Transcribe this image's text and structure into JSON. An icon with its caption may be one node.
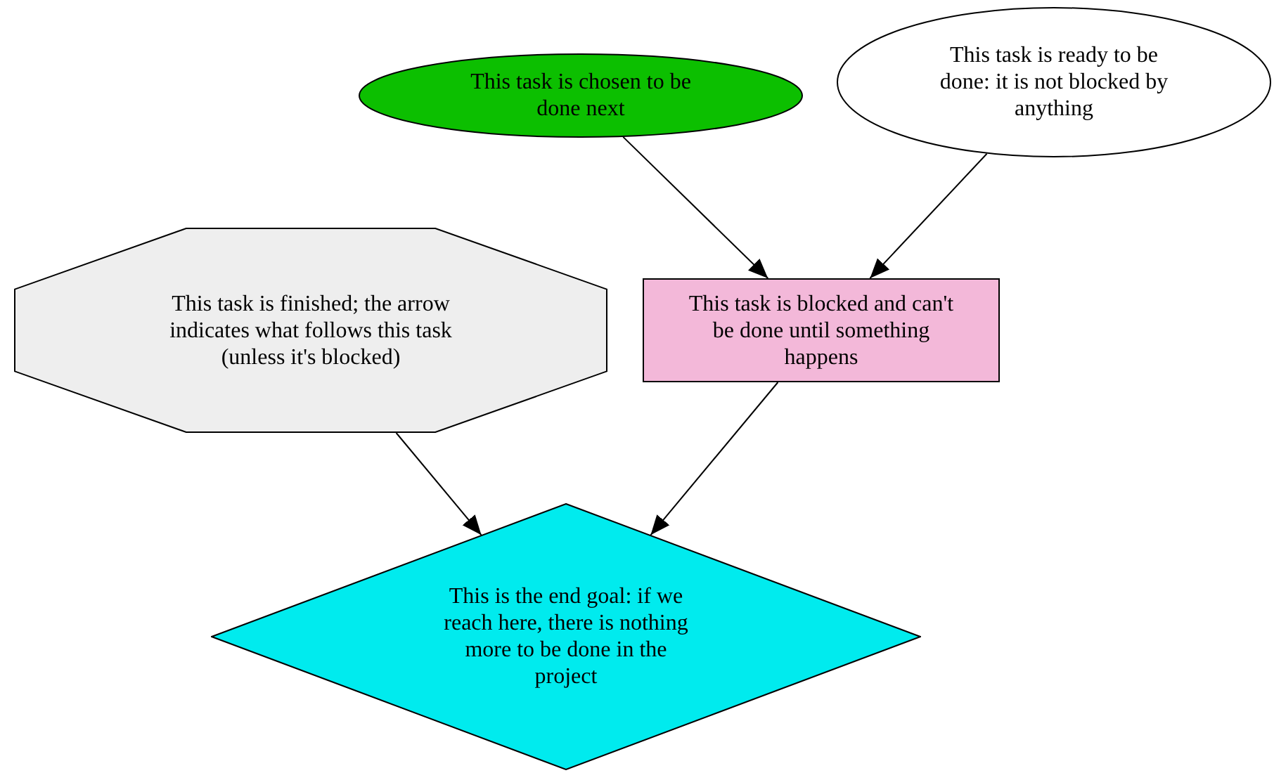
{
  "diagram": {
    "nodes": [
      {
        "text": [
          "This task is chosen to be done next"
        ]
      },
      {
        "text": [
          "This task is ready to be done: it is not blocked by anything"
        ]
      },
      {
        "text": [
          "This task is finished; the arrow indicates what follows this task (unless it's blocked)"
        ]
      },
      {
        "text": [
          "This task is blocked and can't be done until something happens"
        ]
      },
      {
        "text": [
          "This is the end goal: if we reach here, there is nothing more to be done in the project"
        ]
      }
    ],
    "edges": [
      {
        "from": 0,
        "to": 3,
        "arrow": "to"
      },
      {
        "from": 1,
        "to": 3,
        "arrow": "to"
      },
      {
        "from": 2,
        "to": 4,
        "arrow": "to"
      },
      {
        "from": 3,
        "to": 4,
        "arrow": "to"
      }
    ]
  }
}
